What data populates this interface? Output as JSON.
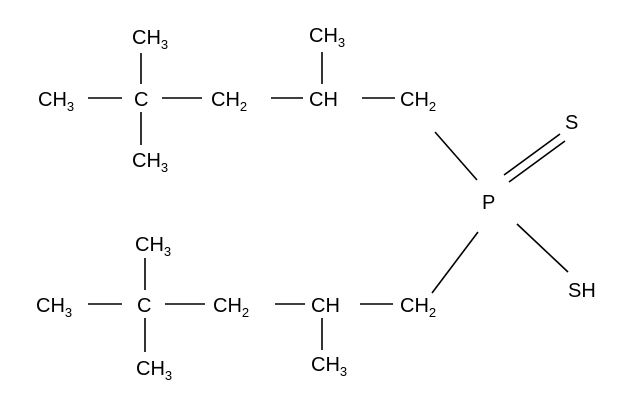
{
  "molecule": {
    "upper_chain": {
      "c1": {
        "base": "CH",
        "sub": "3"
      },
      "c2_top": {
        "base": "CH",
        "sub": "3"
      },
      "c2": {
        "base": "C",
        "sub": ""
      },
      "c2_bottom": {
        "base": "CH",
        "sub": "3"
      },
      "c3": {
        "base": "CH",
        "sub": "2"
      },
      "c4": {
        "base": "CH",
        "sub": ""
      },
      "c4_top": {
        "base": "CH",
        "sub": "3"
      },
      "c5": {
        "base": "CH",
        "sub": "2"
      }
    },
    "lower_chain": {
      "c1": {
        "base": "CH",
        "sub": "3"
      },
      "c2_top": {
        "base": "CH",
        "sub": "3"
      },
      "c2": {
        "base": "C",
        "sub": ""
      },
      "c2_bottom": {
        "base": "CH",
        "sub": "3"
      },
      "c3": {
        "base": "CH",
        "sub": "2"
      },
      "c4": {
        "base": "CH",
        "sub": ""
      },
      "c4_bottom": {
        "base": "CH",
        "sub": "3"
      },
      "c5": {
        "base": "CH",
        "sub": "2"
      }
    },
    "phosphorus": {
      "base": "P",
      "sub": ""
    },
    "thione": {
      "base": "S",
      "sub": ""
    },
    "thiol": {
      "base": "SH",
      "sub": ""
    }
  }
}
